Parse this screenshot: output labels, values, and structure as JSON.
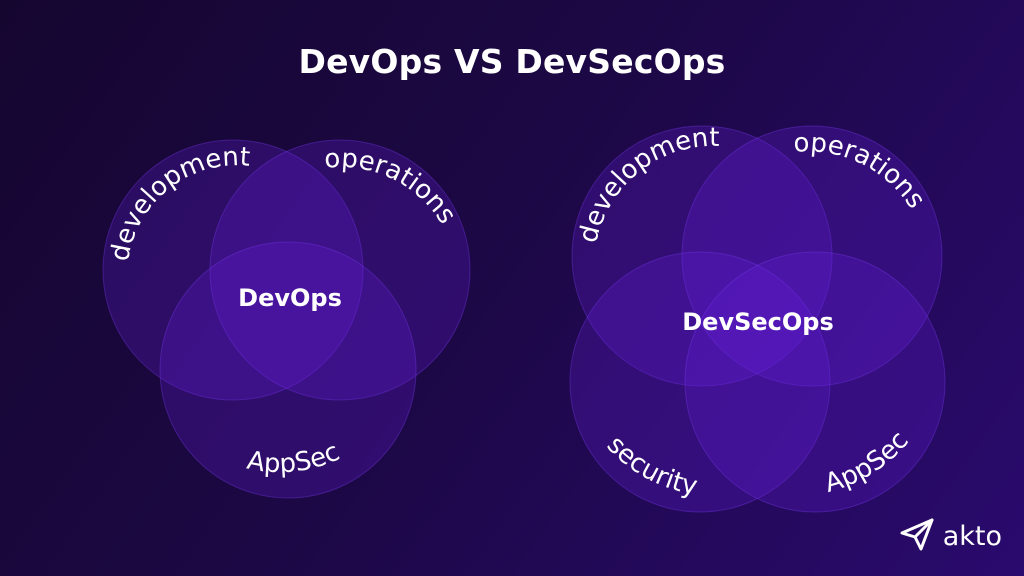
{
  "title": "DevOps VS DevSecOps",
  "left_diagram": {
    "center_label": "DevOps",
    "labels": {
      "development": "development",
      "operations": "operations",
      "appsec": "AppSec"
    }
  },
  "right_diagram": {
    "center_label": "DevSecOps",
    "labels": {
      "development": "development",
      "operations": "operations",
      "security": "security",
      "appsec": "AppSec"
    }
  },
  "brand": {
    "name": "akto",
    "icon": "paper-plane-icon"
  },
  "colors": {
    "background_start": "#150630",
    "background_end": "#2a0a6e",
    "circle_fill": "#6a1fe0",
    "text": "#ffffff"
  }
}
